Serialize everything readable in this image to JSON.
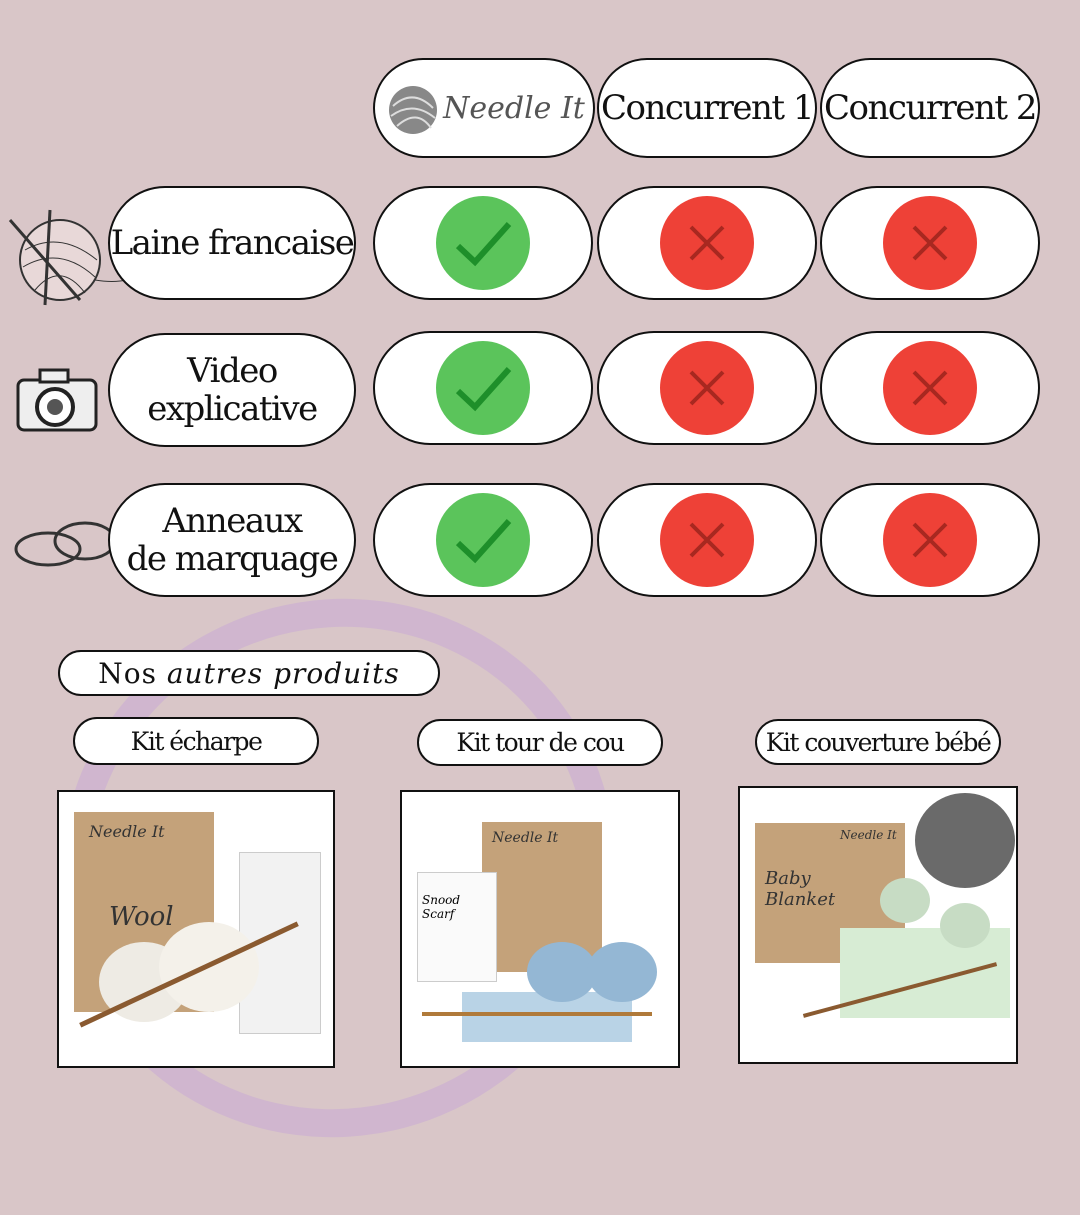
{
  "header": {
    "brand_logo": "Needle It",
    "competitors": [
      "Concurrent 1",
      "Concurrent 2"
    ]
  },
  "rows": [
    {
      "label": "Laine francaise",
      "icon": "yarn-ball-icon",
      "needle_it": true,
      "c1": false,
      "c2": false
    },
    {
      "label": "Video explicative",
      "icon": "camera-icon",
      "needle_it": true,
      "c1": false,
      "c2": false
    },
    {
      "label_line1": "Anneaux",
      "label_line2": "de marquage",
      "icon": "rings-icon",
      "needle_it": true,
      "c1": false,
      "c2": false
    }
  ],
  "colors": {
    "check": "#5bc45b",
    "cross": "#ee4137",
    "background": "#d9c6c8"
  },
  "products": {
    "title_regular": "Nos ",
    "title_italic": "autres produits",
    "items": [
      {
        "label": "Kit écharpe",
        "brand": "Needle It",
        "product": "Wool"
      },
      {
        "label": "Kit tour de cou",
        "brand": "Needle It",
        "product": "Snood Scarf"
      },
      {
        "label": "Kit couverture bébé",
        "brand": "Needle It",
        "product": "Baby Blanket"
      }
    ]
  }
}
